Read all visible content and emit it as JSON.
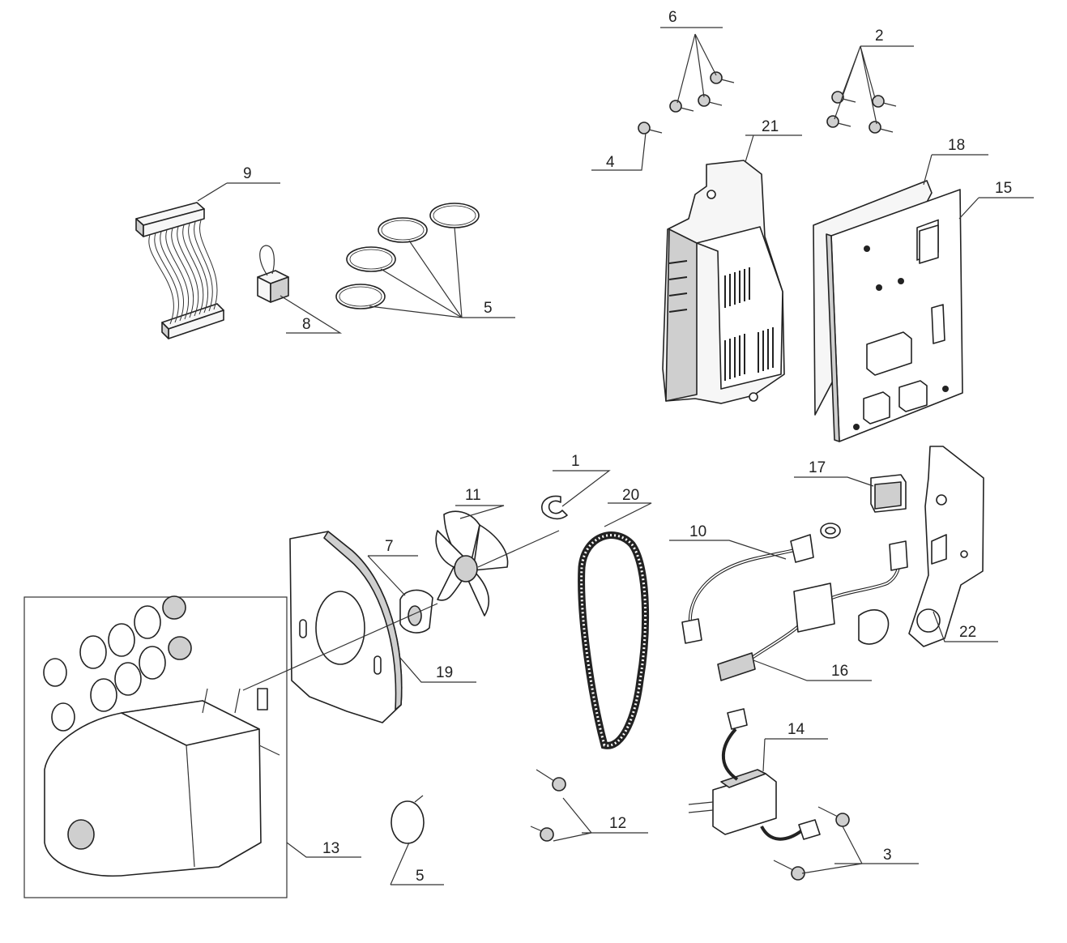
{
  "callouts": {
    "c1": "1",
    "c2": "2",
    "c3": "3",
    "c4": "4",
    "c5a": "5",
    "c5b": "5",
    "c6": "6",
    "c7": "7",
    "c8": "8",
    "c9": "9",
    "c10": "10",
    "c11": "11",
    "c12": "12",
    "c13": "13",
    "c14": "14",
    "c15": "15",
    "c16": "16",
    "c17": "17",
    "c18": "18",
    "c19": "19",
    "c20": "20",
    "c21": "21",
    "c22": "22"
  }
}
